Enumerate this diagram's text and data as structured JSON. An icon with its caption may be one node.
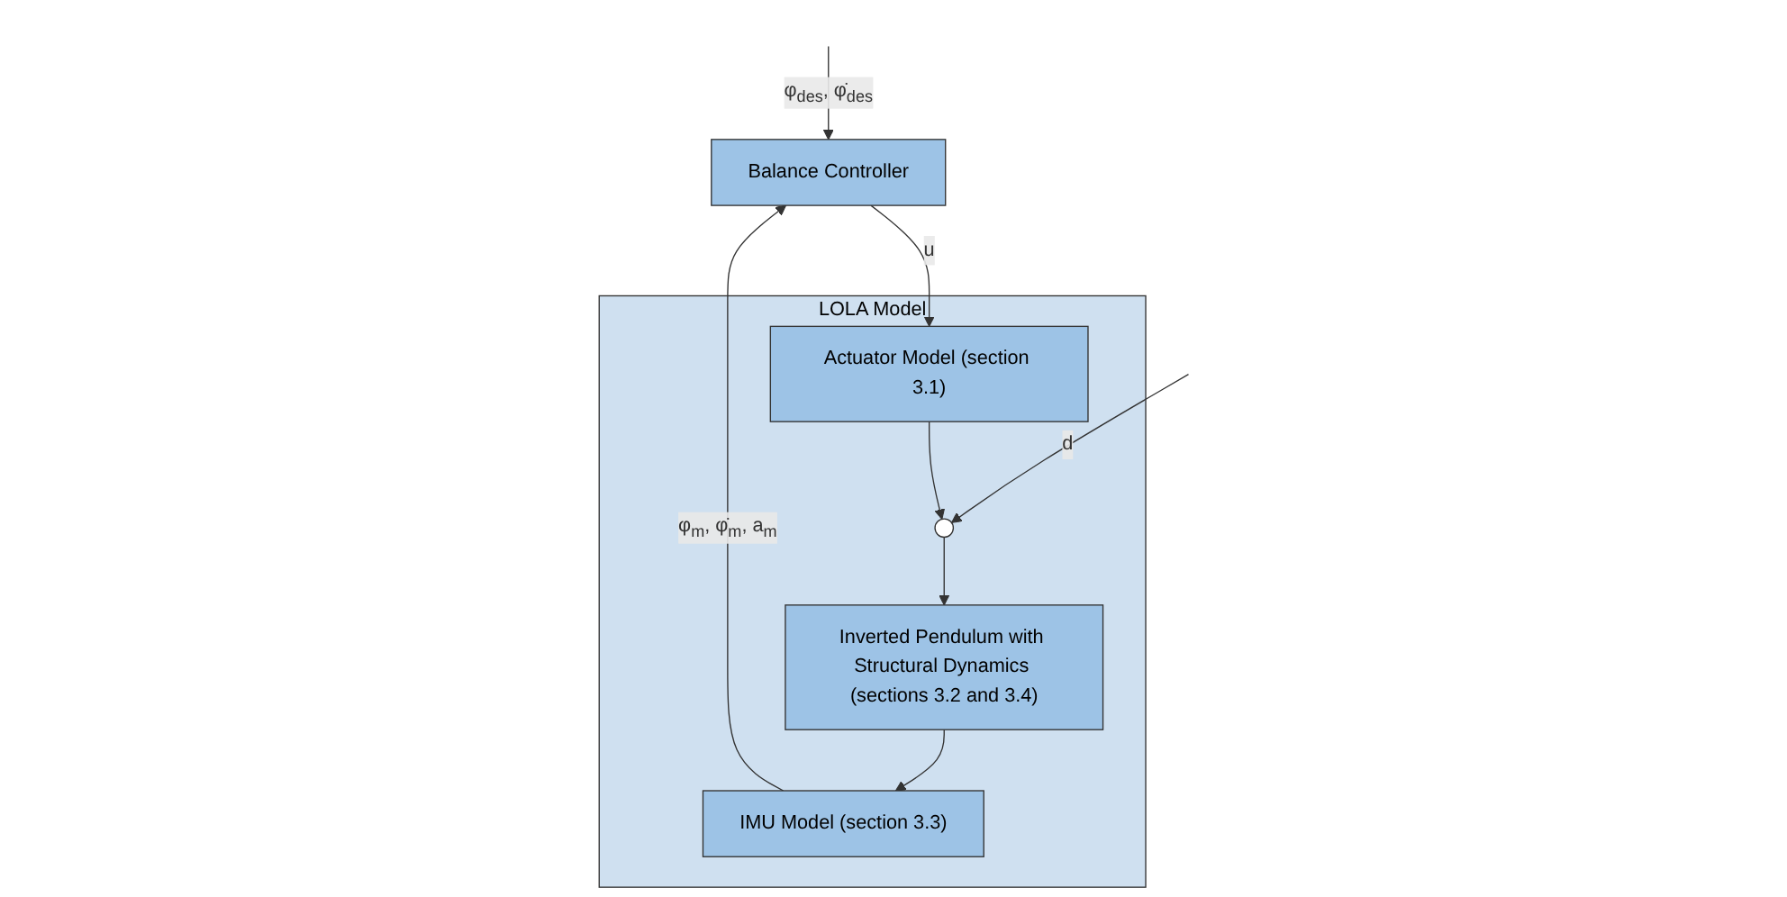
{
  "diagram": {
    "nodes": [
      {
        "text": [
          "Balance Controller"
        ]
      },
      {
        "text": [
          "LOLA Model"
        ]
      },
      {
        "text": [
          "Actuator Model (section 3.1)"
        ],
        "in": 1
      },
      {
        "text": [],
        "shape": "circle",
        "in": 1
      },
      {
        "text": [
          "Inverted Pendulum with Structural Dynamics (sections 3.2 and 3.4)"
        ],
        "in": 1
      },
      {
        "text": [
          "IMU Model (section 3.3)"
        ],
        "in": 1
      }
    ],
    "edges": [
      {
        "from": null,
        "to": 0,
        "arrow": "to",
        "label": "φ$_{des}$, φ̇$_{des}$"
      },
      {
        "from": 0,
        "to": 2,
        "arrow": "to",
        "label": "u"
      },
      {
        "from": 2,
        "to": 3,
        "arrow": "to"
      },
      {
        "from": null,
        "to": 3,
        "arrow": "to",
        "label": "d"
      },
      {
        "from": 3,
        "to": 4,
        "arrow": "to"
      },
      {
        "from": 4,
        "to": 5,
        "arrow": "to"
      },
      {
        "from": 5,
        "to": 0,
        "arrow": "to",
        "label": "φ$_{m}$, φ̇$_{m}$, a$_{m}$"
      }
    ]
  }
}
